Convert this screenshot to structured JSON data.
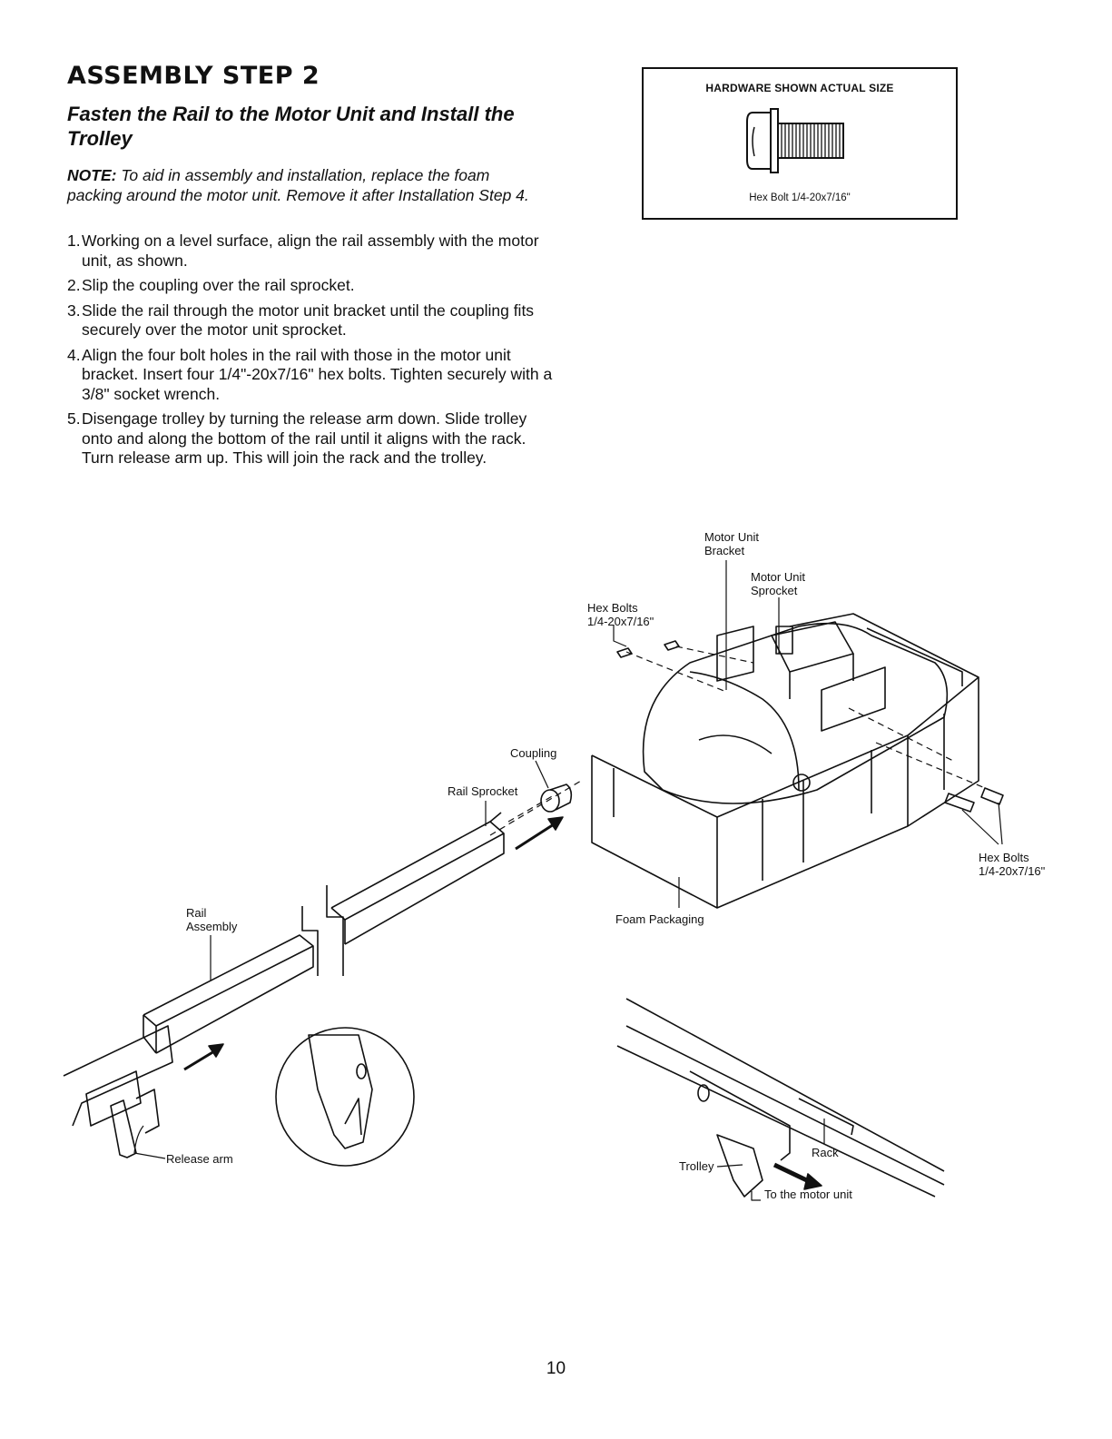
{
  "heading": "ASSEMBLY STEP 2",
  "subheading": "Fasten the Rail to the Motor Unit and Install the Trolley",
  "note": {
    "label": "NOTE:",
    "text": "To aid in assembly and installation, replace the foam packing around the motor unit. Remove it after Installation Step 4."
  },
  "steps": [
    {
      "num": "1.",
      "text": "Working on a level surface, align the rail assembly with the motor unit, as shown."
    },
    {
      "num": "2.",
      "text": "Slip the coupling over the rail sprocket."
    },
    {
      "num": "3.",
      "text": "Slide the rail through the motor unit bracket until the coupling fits securely over the motor unit sprocket."
    },
    {
      "num": "4.",
      "text": "Align the four bolt holes in the rail with those in the motor unit bracket. Insert four 1/4\"-20x7/16\" hex bolts. Tighten securely with a 3/8\" socket wrench."
    },
    {
      "num": "5.",
      "text": "Disengage trolley by turning the release arm down. Slide trolley onto and along the bottom of the rail until it aligns with the rack. Turn release arm up. This will join the rack and the trolley."
    }
  ],
  "hardware_box": {
    "title": "HARDWARE SHOWN ACTUAL SIZE",
    "caption": "Hex Bolt 1/4-20x7/16\""
  },
  "labels": {
    "motor_unit_bracket": [
      "Motor Unit",
      "Bracket"
    ],
    "motor_unit_sprocket": [
      "Motor Unit",
      "Sprocket"
    ],
    "hex_bolts_top": [
      "Hex Bolts",
      "1/4-20x7/16\""
    ],
    "coupling": "Coupling",
    "rail_sprocket": "Rail Sprocket",
    "hex_bolts_right": [
      "Hex Bolts",
      "1/4-20x7/16\""
    ],
    "foam_packaging": "Foam Packaging",
    "rail_assembly": [
      "Rail",
      "Assembly"
    ],
    "release_arm": "Release arm",
    "rack": "Rack",
    "trolley": "Trolley",
    "to_motor_unit": "To the motor unit"
  },
  "page_number": "10"
}
